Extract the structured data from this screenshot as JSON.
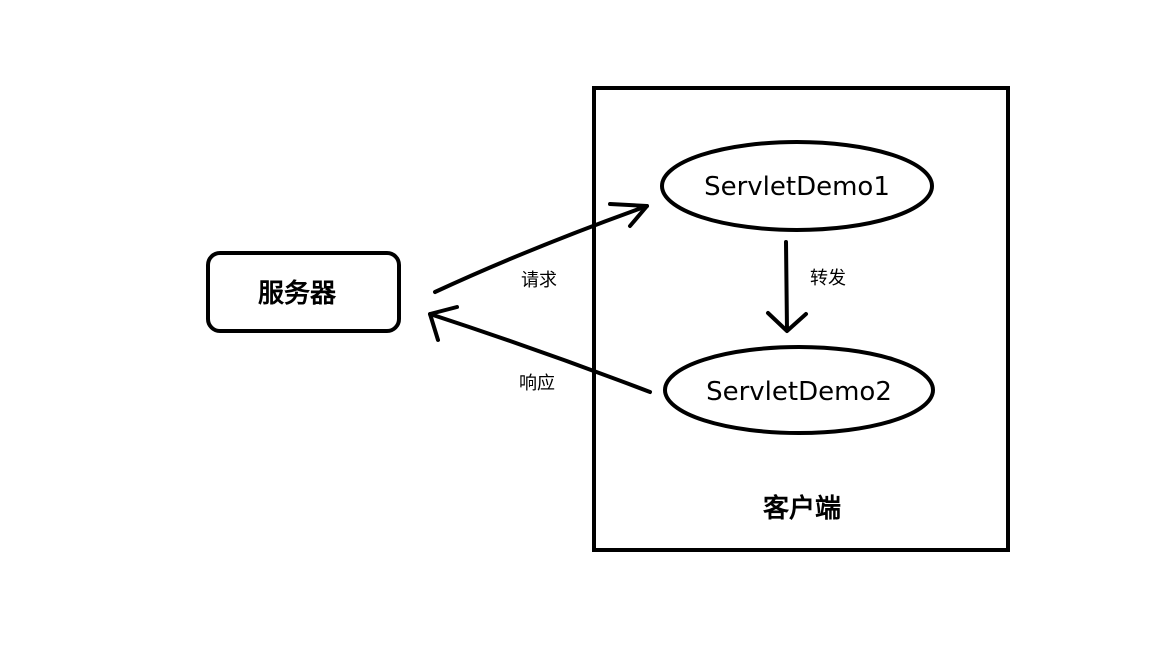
{
  "diagram": {
    "server": {
      "label": "服务器"
    },
    "client_box": {
      "label": "客户端"
    },
    "servlet1": {
      "label": "ServletDemo1"
    },
    "servlet2": {
      "label": "ServletDemo2"
    },
    "edges": {
      "request": {
        "label": "请求"
      },
      "response": {
        "label": "响应"
      },
      "forward": {
        "label": "转发"
      }
    }
  },
  "colors": {
    "stroke": "#000000",
    "background": "#ffffff"
  }
}
